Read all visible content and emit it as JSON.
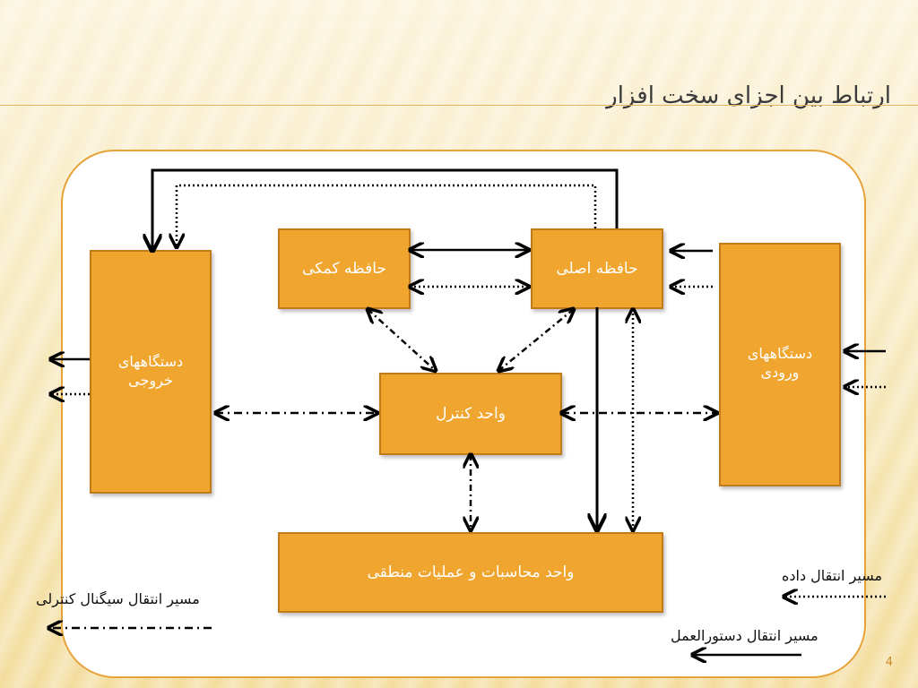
{
  "slide": {
    "title": "ارتباط بین اجزای سخت افزار",
    "page_number": "4"
  },
  "boxes": {
    "aux_memory": "حافظه کمکی",
    "main_memory": "حافظه اصلی",
    "control_unit": "واحد کنترل",
    "alu": "واحد محاسبات و عملیات منطقی",
    "output_devices": "دستگاههای خروجی",
    "input_devices": "دستگاههای ورودی"
  },
  "legend": {
    "data_path": "مسیر انتقال داده",
    "instruction_path": "مسیر انتقال دستورالعمل",
    "control_path": "مسیر انتقال سیگنال کنترلی"
  },
  "colors": {
    "box_fill": "#f0a52f",
    "box_border": "#c07c1a",
    "frame_border": "#e8a23a"
  }
}
